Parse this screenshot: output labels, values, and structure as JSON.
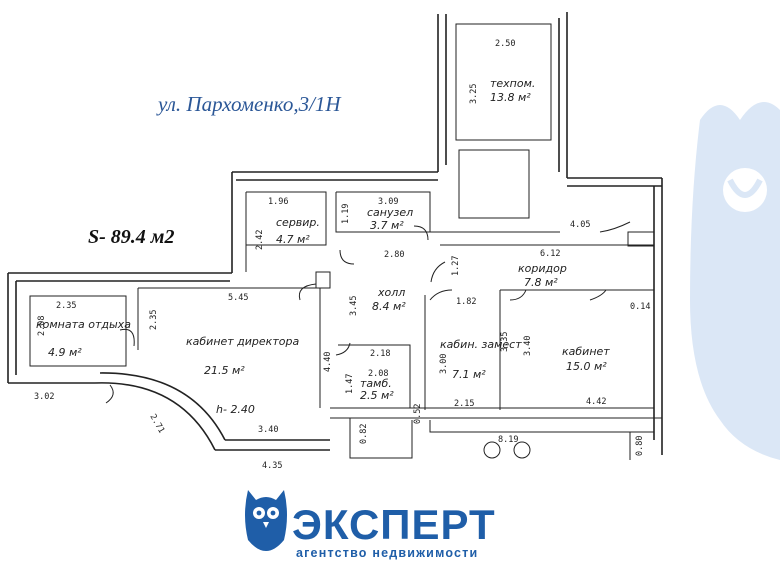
{
  "header": {
    "address": "ул. Пархоменко,3/1Н",
    "area": "S- 89.4 м2"
  },
  "brand": {
    "name": "ЭКСПЕРТ",
    "tagline": "агентство недвижимости",
    "color": "#1f5ea8",
    "watermark_color": "#dbe7f6"
  },
  "rooms": [
    {
      "name": "техпом.",
      "area": "13.8 м²"
    },
    {
      "name": "сервир.",
      "area": "4.7 м²"
    },
    {
      "name": "санузел",
      "area": "3.7 м²"
    },
    {
      "name": "коридор",
      "area": "7.8 м²"
    },
    {
      "name": "холл",
      "area": "8.4 м²"
    },
    {
      "name": "комната отдыха",
      "area": "4.9 м²"
    },
    {
      "name": "кабинет директора",
      "area": "21.5 м²",
      "note": "h- 2.40"
    },
    {
      "name": "тамб.",
      "area": "2.5 м²"
    },
    {
      "name": "кабин. замест",
      "area": "7.1 м²"
    },
    {
      "name": "кабинет",
      "area": "15.0 м²"
    }
  ],
  "dimensions": [
    "2.50",
    "3.25",
    "1.96",
    "2.42",
    "1.19",
    "3.09",
    "4.05",
    "6.12",
    "2.80",
    "1.27",
    "1.82",
    "5.45",
    "3.45",
    "2.35",
    "2.08",
    "2.35",
    "0.14",
    "3.40",
    "3.35",
    "3.00",
    "2.18",
    "2.08",
    "1.47",
    "4.40",
    "3.02",
    "2.71",
    "3.40",
    "4.35",
    "0.82",
    "0.52",
    "2.15",
    "4.42",
    "8.19",
    "0.80"
  ]
}
